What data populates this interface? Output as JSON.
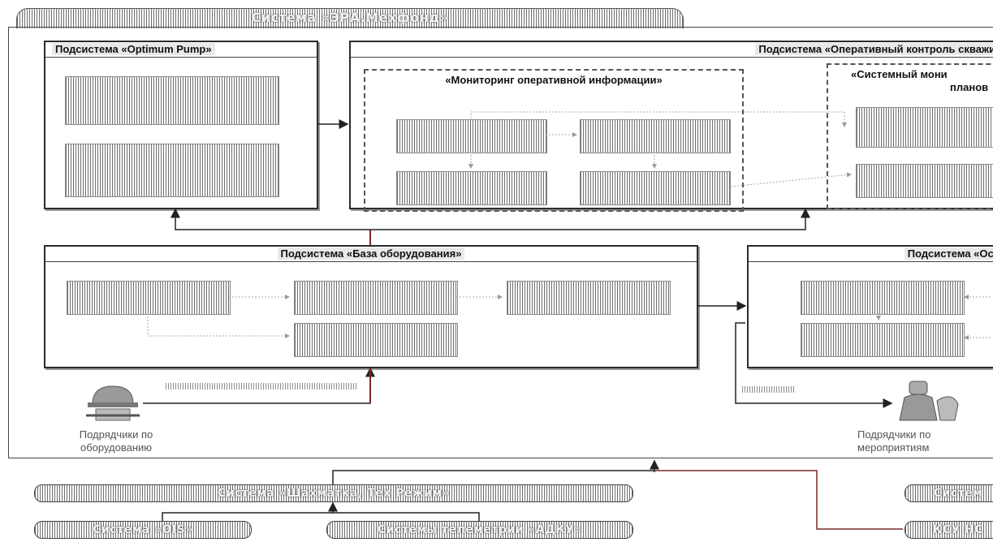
{
  "main_system": {
    "title": "Система «ЭРА.Мехфонд»"
  },
  "subsystems": {
    "optimum": {
      "title": "Подсистема «Optimum Pump»"
    },
    "operative": {
      "title": "Подсистема «Оперативный контроль скважин"
    },
    "equipment": {
      "title": "Подсистема «База оборудования»"
    },
    "right": {
      "title": "Подсистема «Осл"
    }
  },
  "groups": {
    "monitoring": {
      "title": "«Мониторинг оперативной информации»"
    },
    "system_monitoring": {
      "title_line1": "«Системный мони",
      "title_line2": "планов"
    }
  },
  "actors": {
    "equipment_contractors": {
      "line1": "Подрядчики по",
      "line2": "оборудованию"
    },
    "activity_contractors": {
      "line1": "Подрядчики по",
      "line2": "мероприятиям"
    }
  },
  "external_systems": {
    "shakhmatka": "Система «Шахматка, Тех Режим»",
    "ois": "Система «OIS»",
    "adku": "Системы телеметрии «АДКУ»",
    "right_top": "Систем",
    "ksu": "КСУ НС"
  },
  "icons": [
    "hard-hat-worker-icon",
    "worker-icon"
  ]
}
